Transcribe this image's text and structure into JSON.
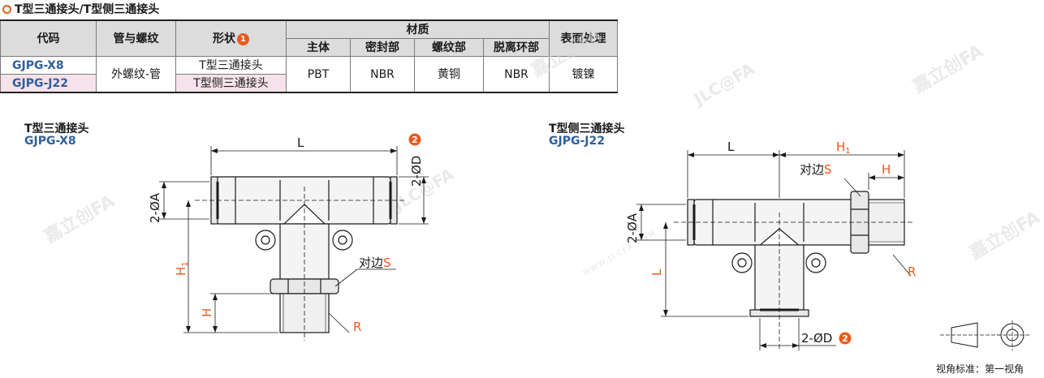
{
  "header": {
    "title": "T型三通接头/T型侧三通接头"
  },
  "table": {
    "col_code": "代码",
    "col_tube": "管与螺纹",
    "col_shape": "形状",
    "col_shape_badge": "1",
    "col_material": "材质",
    "col_body": "主体",
    "col_seal": "密封部",
    "col_thread": "螺纹部",
    "col_release": "脱离环部",
    "col_surface": "表面处理",
    "rows": [
      {
        "code": "GJPG-X8",
        "shape": "T型三通接头"
      },
      {
        "code": "GJPG-J22",
        "shape": "T型侧三通接头"
      }
    ],
    "tube": "外螺纹-管",
    "body": "PBT",
    "seal": "NBR",
    "thread": "黄铜",
    "release": "NBR",
    "surface": "镀镍"
  },
  "left_diagram": {
    "name": "T型三通接头",
    "code": "GJPG-X8",
    "L": "L",
    "A": "2-ØA",
    "D": "2-ØD",
    "D_badge": "2",
    "H1": "H",
    "H1_sub": "1",
    "H": "H",
    "S_text": "对边",
    "S": "S",
    "R": "R"
  },
  "right_diagram": {
    "name": "T型侧三通接头",
    "code": "GJPG-J22",
    "L_top": "L",
    "H1": "H",
    "H1_sub": "1",
    "H": "H",
    "S_text": "对边",
    "S": "S",
    "A": "2-ØA",
    "L_side": "L",
    "R": "R",
    "D": "2-ØD",
    "D_badge": "2"
  },
  "watermark": {
    "brand": "嘉立创FA",
    "logo": "JLC@FA",
    "url": "WWW.JLCFA.COM"
  },
  "footer": {
    "projection": "视角标准：第一视角"
  },
  "colors": {
    "accent": "#e85a1c",
    "code_blue": "#2f5f9c",
    "header_gray": "#dcdcdc",
    "row_pink": "#f6e2ea"
  }
}
